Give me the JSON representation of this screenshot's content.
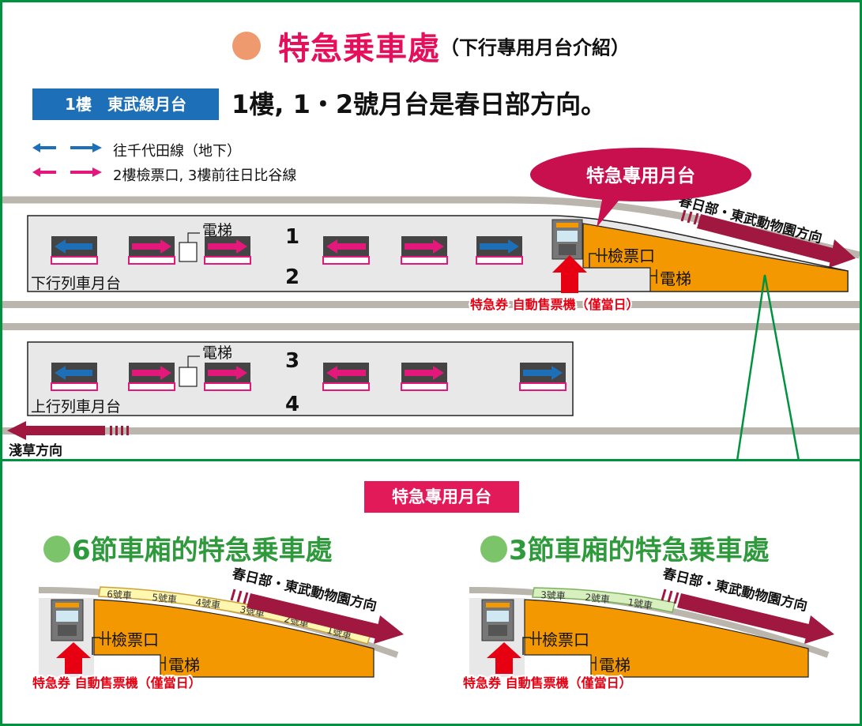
{
  "title": {
    "main": "特急乗車處",
    "sub": "（下行專用月台介紹）"
  },
  "floor": {
    "badge": "1樓　東武線月台",
    "heading": "1樓, 1・2號月台是春日部方向。"
  },
  "legend": {
    "blue": "往千代田線（地下）",
    "pink": "2樓檢票口, 3樓前往日比谷線"
  },
  "map": {
    "callout": "特急專用月台",
    "dir_up": "春日部・東武動物園方向",
    "dir_down": "淺草方向",
    "elevator": "電梯",
    "gate": "檢票口",
    "platform_down": "下行列車月台",
    "platform_up": "上行列車月台",
    "tracks": [
      "1",
      "2",
      "3",
      "4"
    ],
    "ticket_machine": "特急券 自動售票機（僅當日）"
  },
  "lower": {
    "banner": "特急專用月台",
    "six": {
      "heading": "6節車廂的特急乗車處",
      "dir": "春日部・東武動物園方向",
      "cars": [
        "6號車",
        "5號車",
        "4號車",
        "3號車",
        "2號車",
        "1號車"
      ],
      "gate": "檢票口",
      "elevator": "電梯",
      "ticket_machine": "特急券 自動售票機（僅當日）"
    },
    "three": {
      "heading": "3節車廂的特急乗車處",
      "dir": "春日部・東武動物園方向",
      "cars": [
        "3號車",
        "2號車",
        "1號車"
      ],
      "gate": "檢票口",
      "elevator": "電梯",
      "ticket_machine": "特急券 自動售票機（僅當日）"
    }
  },
  "colors": {
    "blue": "#1d6fb8",
    "pink": "#e4187a",
    "green": "#00923f",
    "orange": "#f39800",
    "maroon": "#a0173f",
    "red": "#e60012"
  }
}
